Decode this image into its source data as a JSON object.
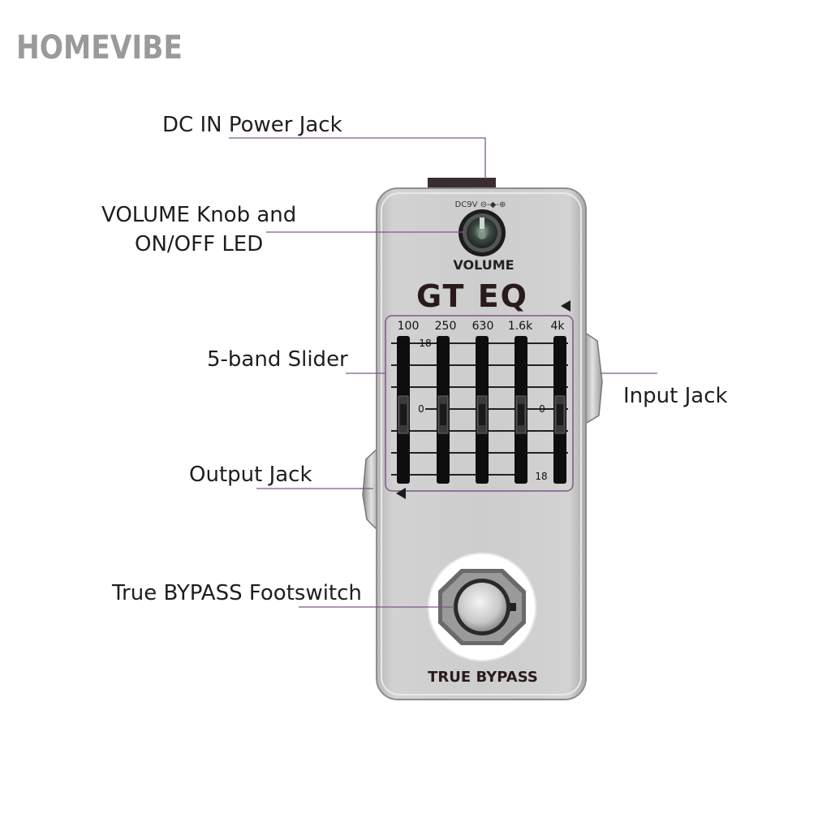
{
  "brand": "HOMEVIBE",
  "labels": {
    "dc_in": "DC IN Power Jack",
    "volume_line1": "VOLUME Knob and",
    "volume_line2": "ON/OFF LED",
    "slider": "5-band Slider",
    "input_jack": "Input Jack",
    "output_jack": "Output Jack",
    "footswitch": "True BYPASS Footswitch"
  },
  "pedal": {
    "power_rating": "DC9V ⊖-◆-⊕",
    "volume_label": "VOLUME",
    "model_name": "GT EQ",
    "bypass_label": "TRUE BYPASS",
    "bands": [
      "100",
      "250",
      "630",
      "1.6k",
      "4k"
    ],
    "scale_top": "18",
    "scale_mid": "0",
    "scale_right_mid": "0",
    "scale_bottom": "18"
  },
  "colors": {
    "leader_line": "#7a5a8a",
    "pedal_body": "#c9c9c9",
    "slider_track": "#111111"
  }
}
